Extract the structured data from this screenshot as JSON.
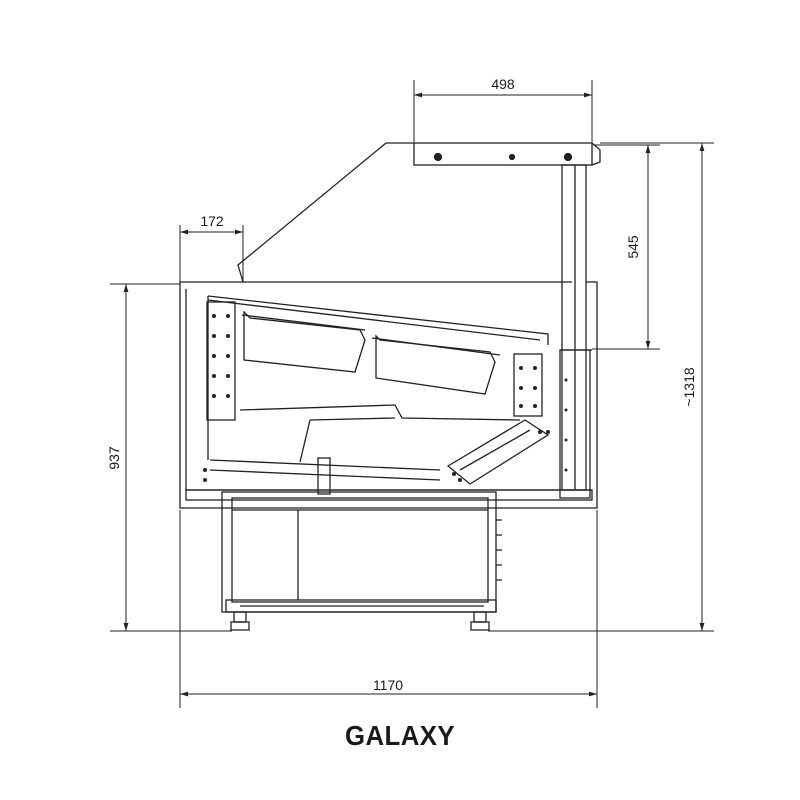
{
  "product_name": "GALAXY",
  "dimensions": {
    "shelf_width": "498",
    "front_depth": "172",
    "shelf_height": "545",
    "total_height": "~1318",
    "counter_height": "937",
    "total_width": "1170"
  },
  "colors": {
    "line": "#222222",
    "background": "#ffffff"
  }
}
